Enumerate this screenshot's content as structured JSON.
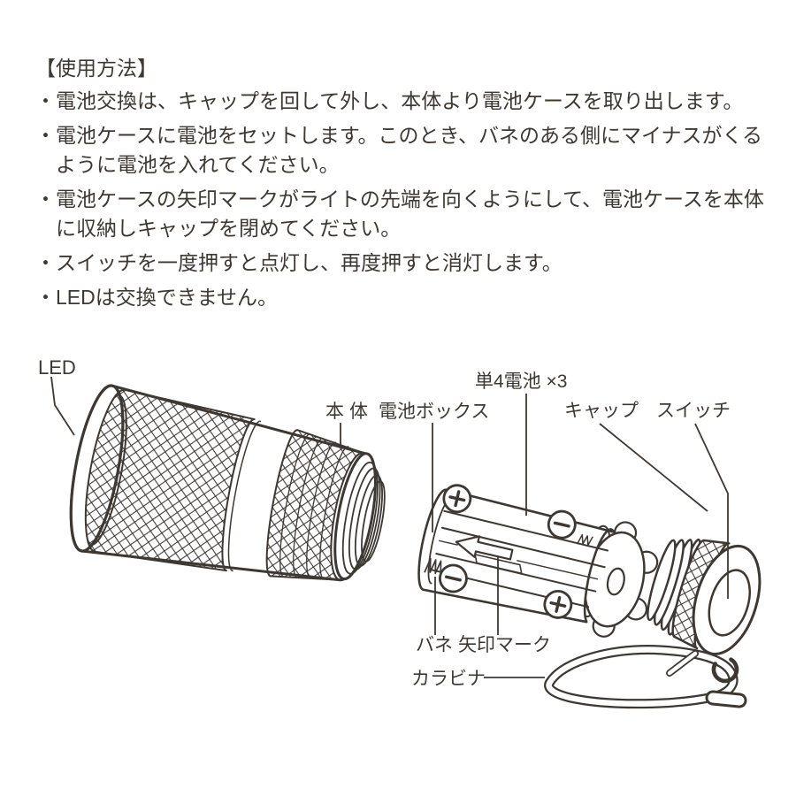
{
  "ink": "#3e3833",
  "background": "#ffffff",
  "instructions": {
    "title": "【使用方法】",
    "items": [
      "・電池交換は、キャップを回して外し、本体より電池ケースを取り出します。",
      "・電池ケースに電池をセットします。このとき、バネのある側にマイナスがくるように電池を入れてください。",
      "・電池ケースの矢印マークがライトの先端を向くようにして、電池ケースを本体に収納しキャップを閉めてください。",
      "・スイッチを一度押すと点灯し、再度押すと消灯します。",
      "・LEDは交換できません。"
    ]
  },
  "diagram": {
    "labels": {
      "led": "LED",
      "body": "本体",
      "battery_box": "電池ボックス",
      "batteries": "単4電池 ×3",
      "cap": "キャップ",
      "switch": "スイッチ",
      "spring": "バネ",
      "arrow_mark": "矢印マーク",
      "carabiner": "カラビナ"
    },
    "polarity_marks": [
      "+",
      "-",
      "-",
      "+"
    ]
  }
}
